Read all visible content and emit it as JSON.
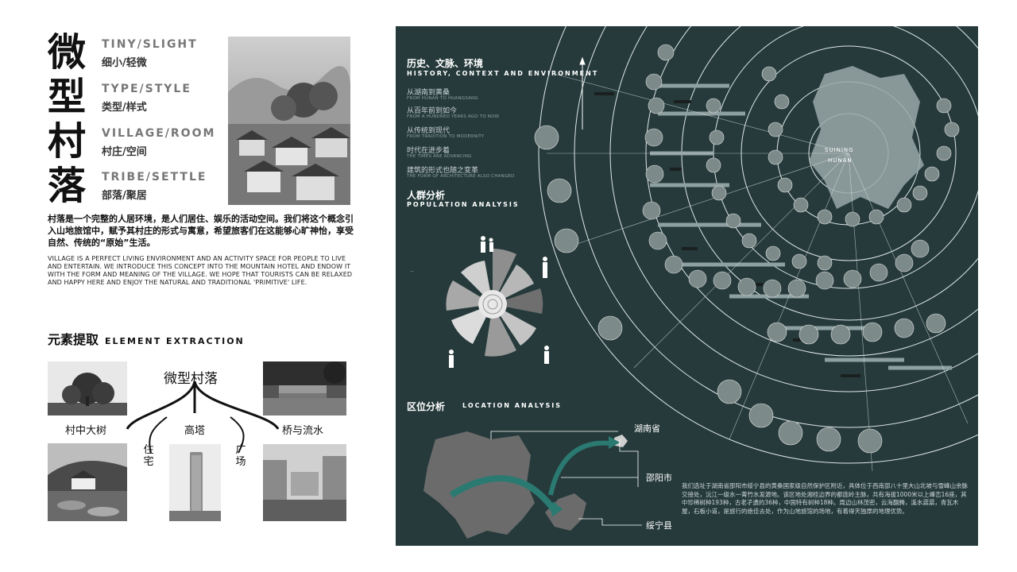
{
  "left": {
    "big_chars": [
      "微",
      "型",
      "村",
      "落"
    ],
    "terms": [
      {
        "en": "TINY/SLIGHT",
        "zh": "细小/轻微"
      },
      {
        "en": "TYPE/STYLE",
        "zh": "类型/样式"
      },
      {
        "en": "VILLAGE/ROOM",
        "zh": "村庄/空间"
      },
      {
        "en": "TRIBE/SETTLE",
        "zh": "部落/聚居"
      }
    ],
    "intro_zh": "村落是一个完整的人居环境，是人们居住、娱乐的活动空间。我们将这个概念引入山地旅馆中，赋予其村庄的形式与寓意，希望旅客们在这能够心旷神怡，享受自然、传统的“原始”生活。",
    "intro_en": "VILLAGE IS A PERFECT LIVING ENVIRONMENT AND AN ACTIVITY SPACE FOR PEOPLE TO LIVE AND ENTERTAIN. WE INTRODUCE THIS CONCEPT INTO THE MOUNTAIN HOTEL AND ENDOW IT WITH THE FORM AND MEANING OF THE VILLAGE. WE HOPE THAT TOURISTS CAN BE RELAXED AND HAPPY HERE AND ENJOY THE NATURAL AND TRADITIONAL 'PRIMITIVE' LIFE.",
    "element_section": {
      "zh": "元素提取",
      "en": "ELEMENT EXTRACTION"
    },
    "element_center": "微型村落",
    "element_labels": {
      "tree": "村中大树",
      "residence": "住宅",
      "tower": "高塔",
      "square": "广场",
      "bridge": "桥与流水"
    }
  },
  "right": {
    "history": {
      "title": "历史、文脉、环境",
      "subtitle": "HISTORY, CONTEXT AND ENVIRONMENT",
      "lines": [
        {
          "zh": "从湖南到黄桑",
          "en": "FROM HUNAN TO HUANGSANG"
        },
        {
          "zh": "从百年前到如今",
          "en": "FROM A HUNDRED YEARS AGO TO NOW"
        },
        {
          "zh": "从传统到现代",
          "en": "FROM TRADITION TO MODERNITY"
        },
        {
          "zh": "时代在进步着",
          "en": "THE TIMES ARE ADVANCING"
        },
        {
          "zh": "建筑的形式也随之变革",
          "en": "THE FORM OF ARCHITECTURE ALSO CHANGED"
        }
      ]
    },
    "population": {
      "title": "人群分析",
      "subtitle": "POPULATION ANALYSIS"
    },
    "location": {
      "title": "区位分析",
      "subtitle": "LOCATION ANALYSIS",
      "labels": [
        "湖南省",
        "邵阳市",
        "绥宁县"
      ],
      "text": "我们选址于湖南省邵阳市绥宁县的黄桑国家级自然保护区附近，具体位于西南部八十里大山北坡与雪峰山余脉交接处，沅江一级水一菁竹水发源地。该区地处湘桂边界的都庞岭主脉，共有海拔1000米以上峰峦16座，其中珍稀树种193种，古老孑遗的36种，中国特有树种18种。周边山林茂密，云海翻腾，溪水潺潺，青瓦木屋，石板小道，是旅行的绝佳去处，作为山地旅馆的场地，有着得天独厚的地理优势。"
    },
    "radial": {
      "center": [
        "SUINING",
        "HUNAN"
      ]
    }
  },
  "colors": {
    "panel_bg": "#263a3b",
    "accent_teal": "#2a7a72",
    "map_gray": "#6b6b6b"
  }
}
